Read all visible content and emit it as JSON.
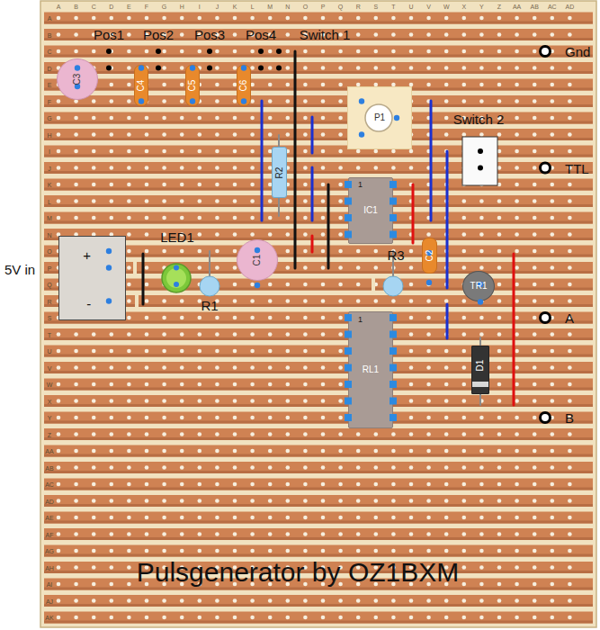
{
  "diagram": {
    "title": "Pulsgenerator by OZ1BXM",
    "nodes": [
      {
        "text": [
          "C3"
        ]
      },
      {
        "text": [
          "C4"
        ]
      },
      {
        "text": [
          "C5"
        ]
      },
      {
        "text": [
          "C6"
        ]
      },
      {
        "text": [
          "P1"
        ]
      },
      {
        "text": [
          "R2"
        ]
      },
      {
        "text": [
          "1",
          "IC1"
        ]
      },
      {
        "text": [
          "C2"
        ]
      },
      {
        "text": [
          "+",
          "-"
        ]
      },
      {
        "text": [
          "C1"
        ]
      },
      {
        "text": [
          "TR1"
        ]
      },
      {
        "text": [
          "1",
          "RL1"
        ]
      },
      {
        "text": [
          "D1"
        ]
      }
    ],
    "labels": [
      "Pos1",
      "Pos2",
      "Pos3",
      "Pos4",
      "Switch 1",
      "Gnd",
      "Switch 2",
      "TTL",
      "5V in",
      "LED1",
      "R1",
      "R3",
      "A",
      "B",
      "A",
      "B",
      "C",
      "D",
      "E",
      "F",
      "G",
      "H",
      "I",
      "J",
      "K",
      "L",
      "M",
      "N",
      "O",
      "P",
      "Q",
      "R",
      "S",
      "T",
      "U",
      "V",
      "W",
      "X",
      "Y",
      "Z",
      "AA",
      "AB",
      "AC",
      "AD",
      "A",
      "B",
      "C",
      "D",
      "E",
      "F",
      "G",
      "H",
      "I",
      "J",
      "K",
      "L",
      "M",
      "N",
      "O",
      "P",
      "Q",
      "R",
      "S",
      "T",
      "U",
      "V",
      "W",
      "X",
      "Y",
      "Z",
      "AA",
      "AB",
      "AC",
      "AD",
      "AE",
      "AF",
      "AG",
      "AH",
      "AI",
      "AJ",
      "AK"
    ]
  }
}
